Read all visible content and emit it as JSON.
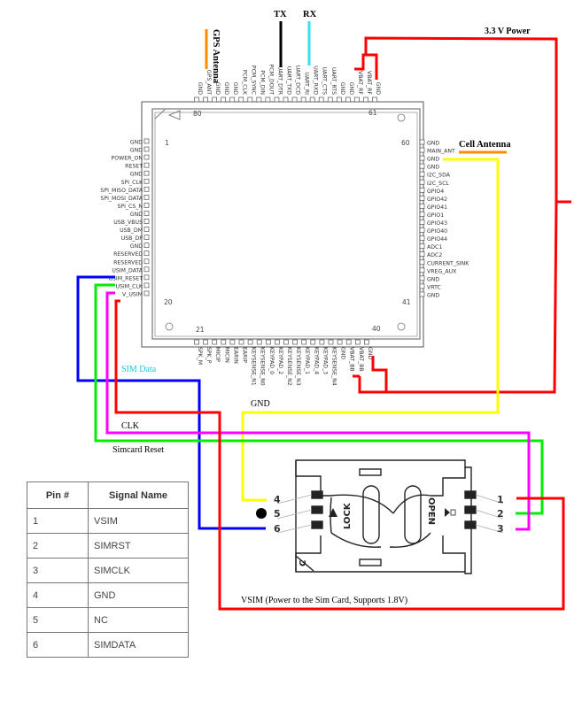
{
  "module": {
    "corner_numbers": {
      "pin1": "1",
      "pin20": "20",
      "pin21": "21",
      "pin40": "40",
      "pin41": "41",
      "pin60": "60",
      "pin61": "61",
      "pin80": "80"
    },
    "left_pins": [
      "GND",
      "GND",
      "POWER_ON",
      "RESET",
      "GND",
      "SPI_CLK",
      "SPI_MISO_DATA",
      "SPI_MOSI_DATA",
      "SPI_CS_N",
      "GND",
      "USB_VBUS",
      "USB_DM",
      "USB_DP",
      "GND",
      "RESERVED",
      "RESERVED",
      "USIM_DATA",
      "USIM_RESET",
      "USIM_CLK",
      "V_USIM"
    ],
    "bottom_pins": [
      "SPK_M",
      "SPK_P",
      "MICIP",
      "MICIN",
      "EARIN",
      "EARIP",
      "KEYSENSE_N1",
      "KEYSENSE_N0",
      "KEYPAD_0",
      "KEYPAD_2",
      "KEYSENSE_N2",
      "KEYSENSE_N3",
      "KEYPAD_1",
      "KEYPAD_4",
      "KEYPAD_3",
      "KEYSENSE_N4",
      "GND",
      "VBAT_BB",
      "VBAT_BB",
      "GND"
    ],
    "right_pins": [
      "GND",
      "MAIN_ANT",
      "GND",
      "GND",
      "I2C_SDA",
      "I2C_SCL",
      "GPIO4",
      "GPIO42",
      "GPIO41",
      "GPIO1",
      "GPIO43",
      "GPIO40",
      "GPIO44",
      "ADC1",
      "ADC2",
      "CURRENT_SINK",
      "VREG_AUX",
      "GND",
      "VRTC",
      "GND"
    ],
    "top_pins": [
      "GND",
      "GPS_ANT",
      "GND",
      "GND",
      "GND",
      "PCM_CLK",
      "PCM_SYNC",
      "PCM_DIN",
      "PCM_DOUT",
      "UART_DTR",
      "UART_TXD",
      "UART_DCD",
      "UART_RI",
      "UART_RXD",
      "UART_CTS",
      "UART_RTS",
      "GND",
      "GND",
      "VBAT_RF",
      "VBAT_RF",
      "GND"
    ]
  },
  "labels": {
    "tx": "TX",
    "rx": "RX",
    "gps_antenna": "GPS Antenna",
    "power_33v": "3.3 V Power",
    "cell_antenna": "Cell Antenna",
    "sim_data": "SIM Data",
    "gnd": "GND",
    "clk": "CLK",
    "simcard_reset": "Simcard Reset",
    "vsim": "VSIM (Power to the Sim Card, Supports 1.8V)"
  },
  "sim_connector": {
    "left_pins": [
      "4",
      "5",
      "6"
    ],
    "right_pins": [
      "1",
      "2",
      "3"
    ],
    "lock_text": "LOCK",
    "open_text": "OPEN",
    "corner_mark": "C"
  },
  "colors": {
    "power": "#ff0000",
    "tx": "#000000",
    "rx": "#33e0ee",
    "antenna": "#ff8c00",
    "gnd": "#ffff00",
    "sim_data": "#0000ff",
    "sim_reset": "#00ee00",
    "sim_clk": "#ff00ff"
  },
  "pin_table": {
    "headers": [
      "Pin #",
      "Signal Name"
    ],
    "rows": [
      {
        "pin": "1",
        "signal": "VSIM"
      },
      {
        "pin": "2",
        "signal": "SIMRST"
      },
      {
        "pin": "3",
        "signal": "SIMCLK"
      },
      {
        "pin": "4",
        "signal": "GND"
      },
      {
        "pin": "5",
        "signal": "NC"
      },
      {
        "pin": "6",
        "signal": "SIMDATA"
      }
    ]
  }
}
